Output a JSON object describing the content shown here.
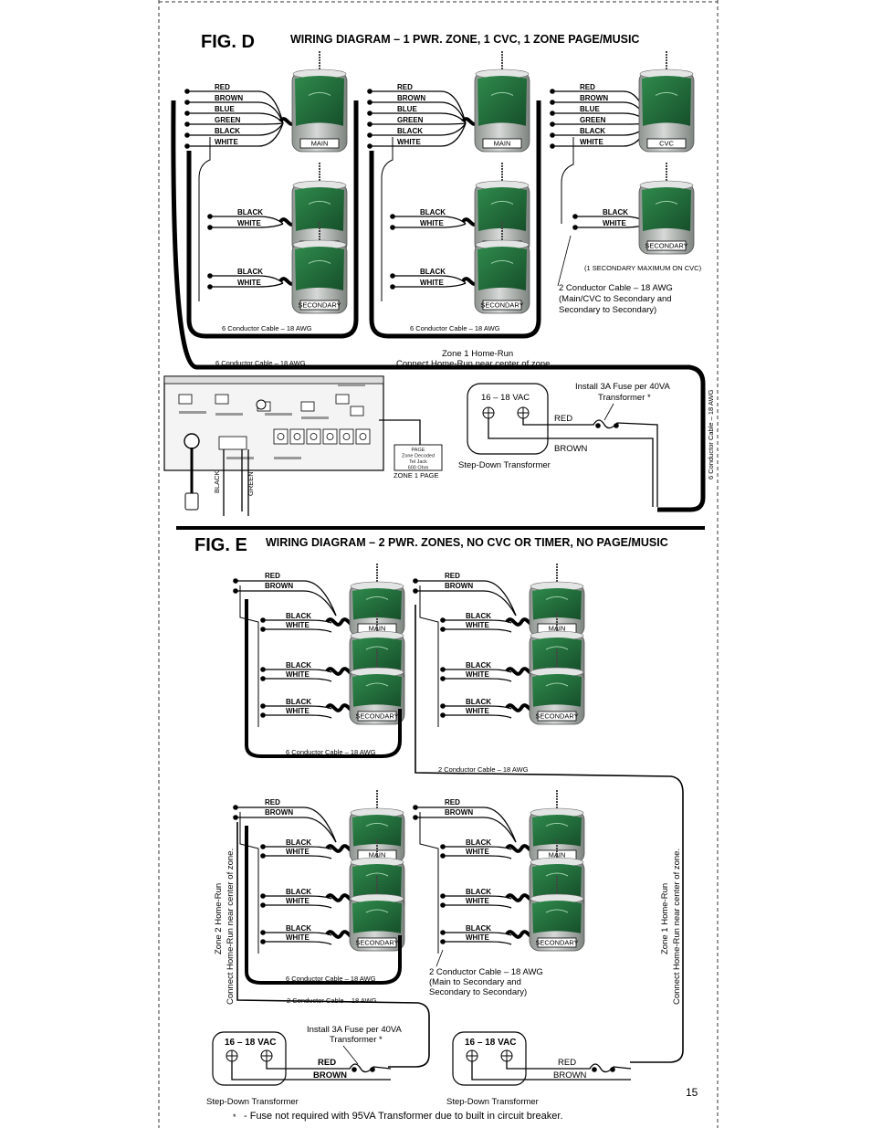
{
  "page_number": "15",
  "footnote": "- Fuse not required with 95VA Transformer due to built in circuit breaker.",
  "footnote_star": "*",
  "fig_d": {
    "fig_label": "FIG. D",
    "title": "WIRING DIAGRAM – 1 PWR. ZONE, 1 CVC, 1 ZONE PAGE/MUSIC",
    "six_wires": [
      "RED",
      "BROWN",
      "BLUE",
      "GREEN",
      "BLACK",
      "WHITE"
    ],
    "two_wires": [
      "BLACK",
      "WHITE"
    ],
    "main_tag": "MAIN",
    "cvc_tag": "CVC",
    "secondary_tag": "SECONDARY",
    "cable_6": "6 Conductor Cable – 18 AWG",
    "secondary_max_note": "(1 SECONDARY MAXIMUM ON CVC)",
    "cable_2_note": [
      "2 Conductor Cable – 18 AWG",
      "(Main/CVC to Secondary and",
      "Secondary to Secondary)"
    ],
    "home_run": [
      "Zone 1 Home-Run",
      "Connect Home-Run near center of zone."
    ],
    "fuse_note": [
      "Install 3A Fuse per 40VA",
      "Transformer *"
    ],
    "vac": "16 – 18 VAC",
    "red": "RED",
    "brown": "BROWN",
    "transformer": "Step-Down Transformer",
    "side_cable": "6 Conductor Cable – 18 AWG",
    "page_box": [
      "PAGE",
      "Zone Decoded",
      "Tel Jack",
      "600 Ohm"
    ],
    "zone_page": "ZONE 1 PAGE",
    "black": "BLACK",
    "green": "GREEN"
  },
  "fig_e": {
    "fig_label": "FIG. E",
    "title": "WIRING DIAGRAM – 2 PWR. ZONES, NO CVC OR TIMER, NO PAGE/MUSIC",
    "top_wires": [
      "RED",
      "BROWN"
    ],
    "pair_wires": [
      "BLACK",
      "WHITE"
    ],
    "main_tag": "MAIN",
    "secondary_tag": "SECONDARY",
    "cable_6": "6 Conductor Cable – 18 AWG",
    "cable_2": "2 Conductor Cable – 18 AWG",
    "cable_2_note": [
      "2 Conductor Cable – 18 AWG",
      "(Main to Secondary and",
      "Secondary to Secondary)"
    ],
    "zone2_home_run": [
      "Zone 2 Home-Run",
      "Connect Home-Run near center of zone."
    ],
    "zone1_home_run": [
      "Zone 1 Home-Run",
      "Connect Home-Run near center of zone."
    ],
    "fuse_note": [
      "Install 3A Fuse per 40VA",
      "Transformer *"
    ],
    "vac": "16 – 18 VAC",
    "red": "RED",
    "brown": "BROWN",
    "transformer": "Step-Down Transformer"
  },
  "colors": {
    "unit_green": "#1f6e3a",
    "unit_body": "#bfc3c0",
    "unit_dark": "#8b918d"
  }
}
